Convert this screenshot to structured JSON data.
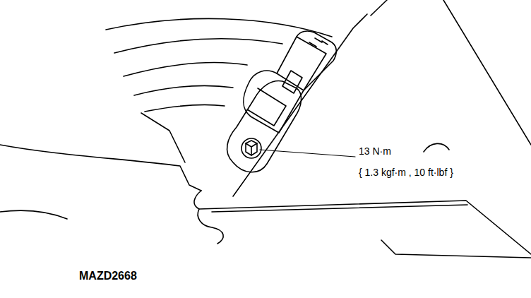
{
  "diagram": {
    "labels": [
      "13 N·m",
      "{ 1.3 kgf·m , 10 ft·lbf }",
      "MAZD2668"
    ]
  }
}
